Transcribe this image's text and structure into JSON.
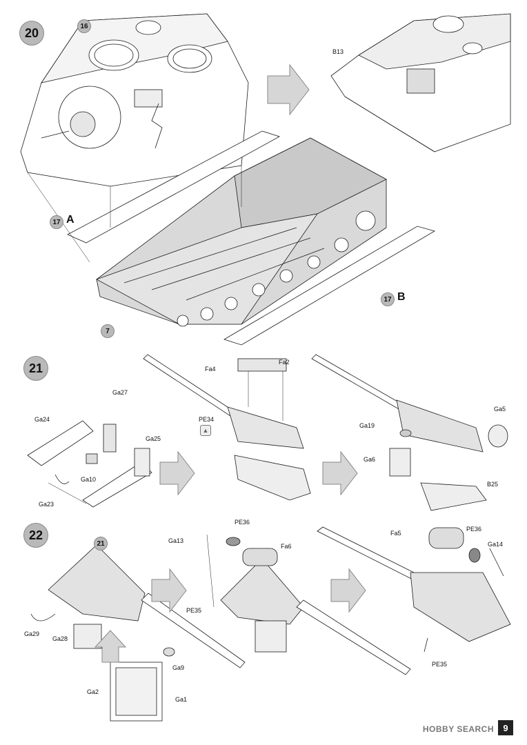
{
  "page": {
    "number": "9",
    "watermark": "HOBBY SEARCH"
  },
  "steps": [
    {
      "id": "20",
      "refs": [
        "16",
        "17",
        "17",
        "7"
      ],
      "letters": [
        "A",
        "B"
      ],
      "parts": [
        "B13"
      ]
    },
    {
      "id": "21",
      "parts": [
        "Fa4",
        "Fa2",
        "PE34",
        "Ga27",
        "Ga24",
        "Ga25",
        "Ga10",
        "Ga23",
        "Ga19",
        "Ga5",
        "Ga6",
        "B25"
      ]
    },
    {
      "id": "22",
      "refs": [
        "21"
      ],
      "parts": [
        "PE36",
        "Ga13",
        "Fa6",
        "Ga29",
        "Ga28",
        "PE35",
        "Ga9",
        "Ga2",
        "Ga1",
        "Fa5",
        "PE36",
        "Ga14",
        "PE35"
      ]
    }
  ],
  "icons": {
    "arrow": "flow-arrow-icon",
    "pe": "photo-etch-icon"
  },
  "colors": {
    "badge": "#b9b9b9",
    "hull_fill": "#d9d9d9",
    "arrow_fill": "#d6d6d6",
    "line": "#1a1a1a"
  }
}
